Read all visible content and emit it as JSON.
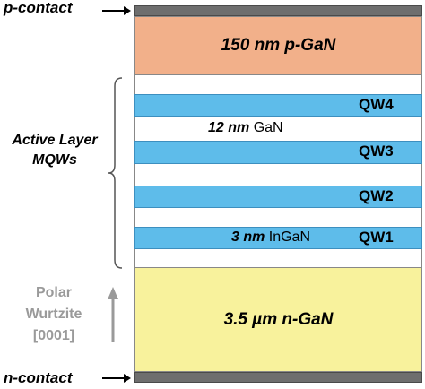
{
  "contacts": {
    "p_label": "p-contact",
    "n_label": "n-contact"
  },
  "layers": {
    "p_gan": {
      "thickness": "150 nm",
      "material": "p-GaN"
    },
    "n_gan": {
      "thickness": "3.5 µm",
      "material": "n-GaN"
    }
  },
  "quantum_wells": [
    "QW4",
    "QW3",
    "QW2",
    "QW1"
  ],
  "barrier_note": {
    "thickness": "12 nm",
    "material": "GaN"
  },
  "well_note": {
    "thickness": "3 nm",
    "material": "InGaN"
  },
  "active_region": {
    "line1": "Active Layer",
    "line2": "MQWs"
  },
  "polar": {
    "line1": "Polar",
    "line2": "Wurtzite",
    "line3": "[0001]"
  },
  "colors": {
    "contact": "#6e6e6e",
    "p_gan": "#f2b08a",
    "n_gan": "#f8f29c",
    "quantum_well": "#5ebcea",
    "polar_text": "#9a9a9a"
  }
}
